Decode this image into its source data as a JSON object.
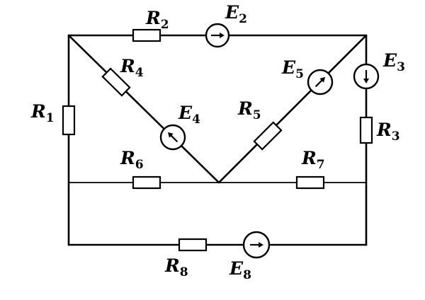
{
  "components": {
    "r1": {
      "symbol": "R",
      "index": "1"
    },
    "r2": {
      "symbol": "R",
      "index": "2"
    },
    "r3": {
      "symbol": "R",
      "index": "3"
    },
    "r4": {
      "symbol": "R",
      "index": "4"
    },
    "r5": {
      "symbol": "R",
      "index": "5"
    },
    "r6": {
      "symbol": "R",
      "index": "6"
    },
    "r7": {
      "symbol": "R",
      "index": "7"
    },
    "r8": {
      "symbol": "R",
      "index": "8"
    },
    "e2": {
      "symbol": "E",
      "index": "2"
    },
    "e3": {
      "symbol": "E",
      "index": "3"
    },
    "e4": {
      "symbol": "E",
      "index": "4"
    },
    "e5": {
      "symbol": "E",
      "index": "5"
    },
    "e8": {
      "symbol": "E",
      "index": "8"
    }
  }
}
